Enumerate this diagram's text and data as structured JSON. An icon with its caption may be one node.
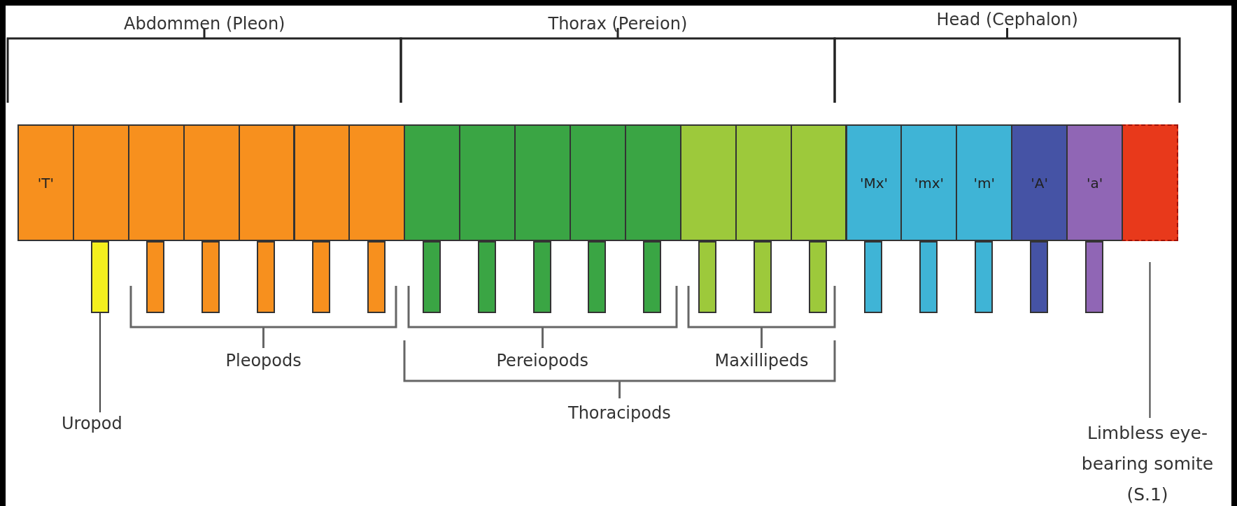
{
  "diagram": {
    "nodes": [
      {
        "text": [
          "'T'"
        ]
      },
      {
        "text": [],
        "shape": "box"
      },
      {
        "text": [],
        "shape": "box"
      },
      {
        "text": [],
        "shape": "box"
      },
      {
        "text": [],
        "shape": "box"
      },
      {
        "text": [],
        "shape": "box"
      },
      {
        "text": [],
        "shape": "box"
      },
      {
        "text": [],
        "shape": "box"
      },
      {
        "text": [],
        "shape": "box"
      },
      {
        "text": [],
        "shape": "box"
      },
      {
        "text": [],
        "shape": "box"
      },
      {
        "text": [],
        "shape": "box"
      },
      {
        "text": [],
        "shape": "box"
      },
      {
        "text": [],
        "shape": "box"
      },
      {
        "text": [],
        "shape": "box"
      },
      {
        "text": [
          "'Mx'"
        ]
      },
      {
        "text": [
          "'mx'"
        ]
      },
      {
        "text": [
          "'m'"
        ]
      },
      {
        "text": [
          "'A'"
        ]
      },
      {
        "text": [
          "'a'"
        ]
      },
      {
        "text": [],
        "shape": "box"
      },
      {
        "text": [],
        "shape": "bar"
      },
      {
        "text": [],
        "shape": "bar"
      },
      {
        "text": [],
        "shape": "bar"
      },
      {
        "text": [],
        "shape": "bar"
      },
      {
        "text": [],
        "shape": "bar"
      },
      {
        "text": [],
        "shape": "bar"
      },
      {
        "text": [],
        "shape": "bar"
      },
      {
        "text": [],
        "shape": "bar"
      },
      {
        "text": [],
        "shape": "bar"
      },
      {
        "text": [],
        "shape": "bar"
      },
      {
        "text": [],
        "shape": "bar"
      },
      {
        "text": [],
        "shape": "bar"
      },
      {
        "text": [],
        "shape": "bar"
      },
      {
        "text": [],
        "shape": "bar"
      },
      {
        "text": [],
        "shape": "bar"
      },
      {
        "text": [],
        "shape": "bar"
      },
      {
        "text": [],
        "shape": "bar"
      },
      {
        "text": [],
        "shape": "bar"
      },
      {
        "text": [],
        "shape": "bar"
      },
      {
        "text": [
          "Uropod"
        ]
      },
      {
        "text": [
          "Limbless eye-bearing somite (S.1)"
        ]
      }
    ],
    "edges": [
      {
        "from": 40,
        "to": 21,
        "arrow": "none"
      },
      {
        "from": 41,
        "to": 20,
        "arrow": "none"
      }
    ],
    "labels": [
      "Abdommen (Pleon)",
      "Thorax (Pereion)",
      "Head (Cephalon)",
      "Pleopods",
      "Pereiopods",
      "Maxillipeds",
      "Thoracipods"
    ]
  }
}
